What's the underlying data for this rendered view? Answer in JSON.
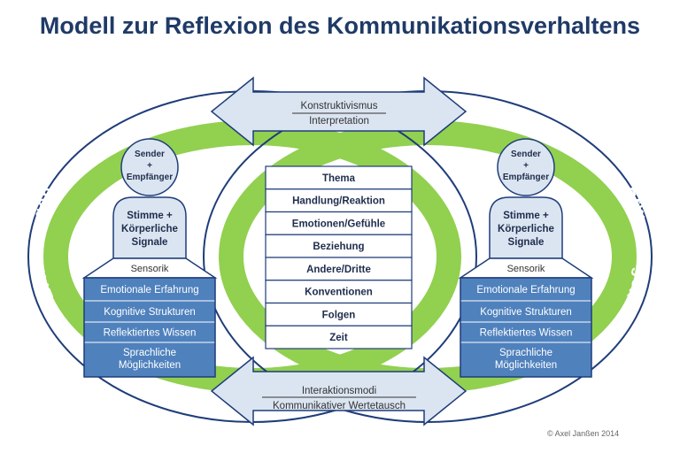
{
  "title": "Modell zur Reflexion des Kommunikationsverhaltens",
  "top_arrow": {
    "line1": "Konstruktivismus",
    "line2": "Interpretation"
  },
  "bottom_arrow": {
    "line1": "Interaktionsmodi",
    "line2": "Kommunikativer Wertetausch"
  },
  "ring_label": "Erwartungen",
  "center_topics": [
    "Thema",
    "Handlung/Reaktion",
    "Emotionen/Gefühle",
    "Beziehung",
    "Andere/Dritte",
    "Konventionen",
    "Folgen",
    "Zeit"
  ],
  "person": {
    "head_lines": [
      "Sender",
      "+",
      "Empfänger"
    ],
    "body_lines": [
      "Stimme +",
      "Körperliche",
      "Signale"
    ],
    "sensorik": "Sensorik",
    "layers": [
      "Emotionale Erfahrung",
      "Kognitive Strukturen",
      "Reflektiertes Wissen"
    ],
    "layer_last": [
      "Sprachliche",
      "Möglichkeiten"
    ]
  },
  "copyright": "© Axel Janßen 2014",
  "colors": {
    "title": "#1f3a66",
    "ring_green": "#92d050",
    "outline_blue": "#1f3d7a",
    "pale_blue": "#dbe5f1",
    "layer_blue": "#4f81bd"
  }
}
